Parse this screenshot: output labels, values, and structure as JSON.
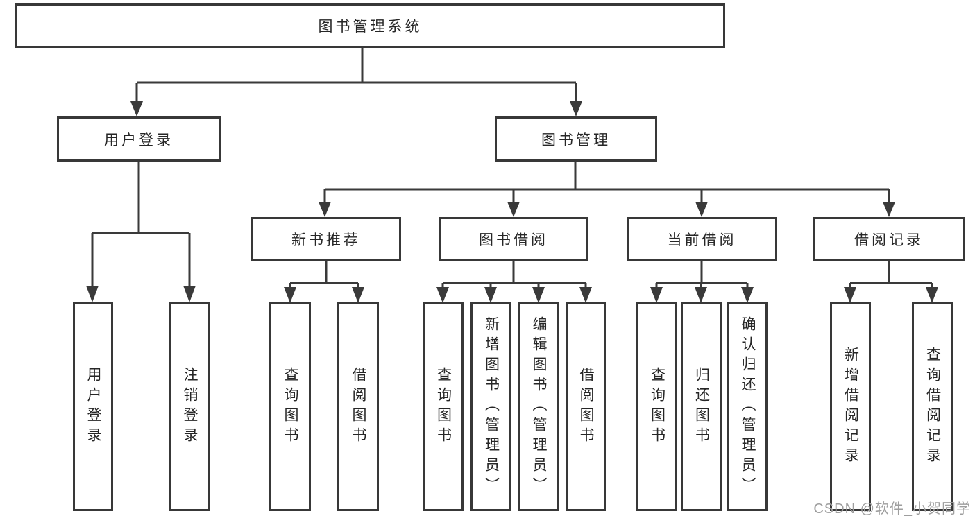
{
  "root": "图书管理系统",
  "user": {
    "label": "用户登录",
    "leaves": [
      "用户登录",
      "注销登录"
    ]
  },
  "mgmt": {
    "label": "图书管理",
    "groups": [
      {
        "label": "新书推荐",
        "leaves": [
          "查询图书",
          "借阅图书"
        ]
      },
      {
        "label": "图书借阅",
        "leaves": [
          "查询图书",
          "新增图书（管理员）",
          "编辑图书（管理员）",
          "借阅图书"
        ]
      },
      {
        "label": "当前借阅",
        "leaves": [
          "查询图书",
          "归还图书",
          "确认归还（管理员）"
        ]
      },
      {
        "label": "借阅记录",
        "leaves": [
          "新增借阅记录",
          "查询借阅记录"
        ]
      }
    ]
  },
  "watermark": "CSDN @软件_小贺同学",
  "colors": {
    "line": "#3a3a3a",
    "box_border": "#383838",
    "text": "#262626",
    "watermark": "#9e9e9e",
    "background": "#ffffff"
  }
}
